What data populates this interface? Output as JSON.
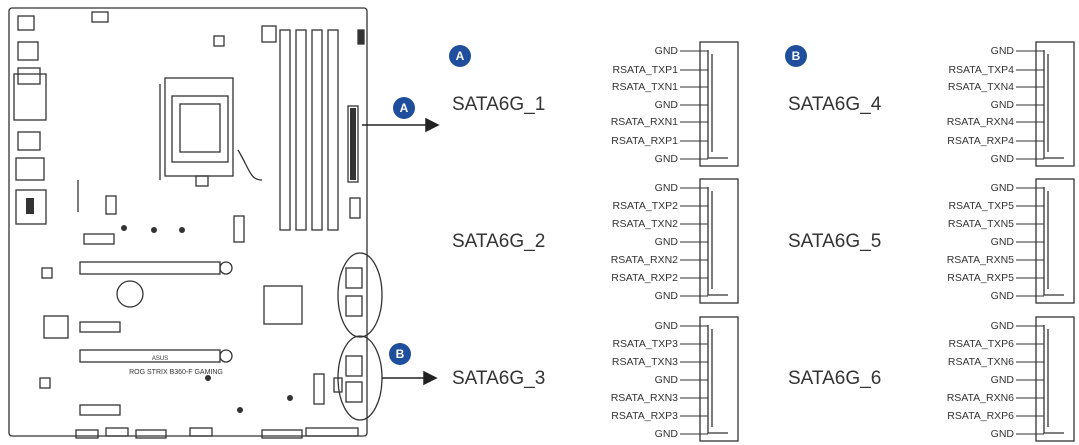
{
  "badges": {
    "a": "A",
    "b": "B"
  },
  "board_silkscreen": {
    "brand": "ASUS",
    "model": "ROG STRIX B360-F GAMING"
  },
  "ports": [
    {
      "label": "SATA6G_1",
      "pins": [
        "GND",
        "RSATA_TXP1",
        "RSATA_TXN1",
        "GND",
        "RSATA_RXN1",
        "RSATA_RXP1",
        "GND"
      ]
    },
    {
      "label": "SATA6G_2",
      "pins": [
        "GND",
        "RSATA_TXP2",
        "RSATA_TXN2",
        "GND",
        "RSATA_RXN2",
        "RSATA_RXP2",
        "GND"
      ]
    },
    {
      "label": "SATA6G_3",
      "pins": [
        "GND",
        "RSATA_TXP3",
        "RSATA_TXN3",
        "GND",
        "RSATA_RXN3",
        "RSATA_RXP3",
        "GND"
      ]
    },
    {
      "label": "SATA6G_4",
      "pins": [
        "GND",
        "RSATA_TXP4",
        "RSATA_TXN4",
        "GND",
        "RSATA_RXN4",
        "RSATA_RXP4",
        "GND"
      ]
    },
    {
      "label": "SATA6G_5",
      "pins": [
        "GND",
        "RSATA_TXP5",
        "RSATA_TXN5",
        "GND",
        "RSATA_RXN5",
        "RSATA_RXP5",
        "GND"
      ]
    },
    {
      "label": "SATA6G_6",
      "pins": [
        "GND",
        "RSATA_TXP6",
        "RSATA_TXN6",
        "GND",
        "RSATA_RXN6",
        "RSATA_RXP6",
        "GND"
      ]
    }
  ]
}
